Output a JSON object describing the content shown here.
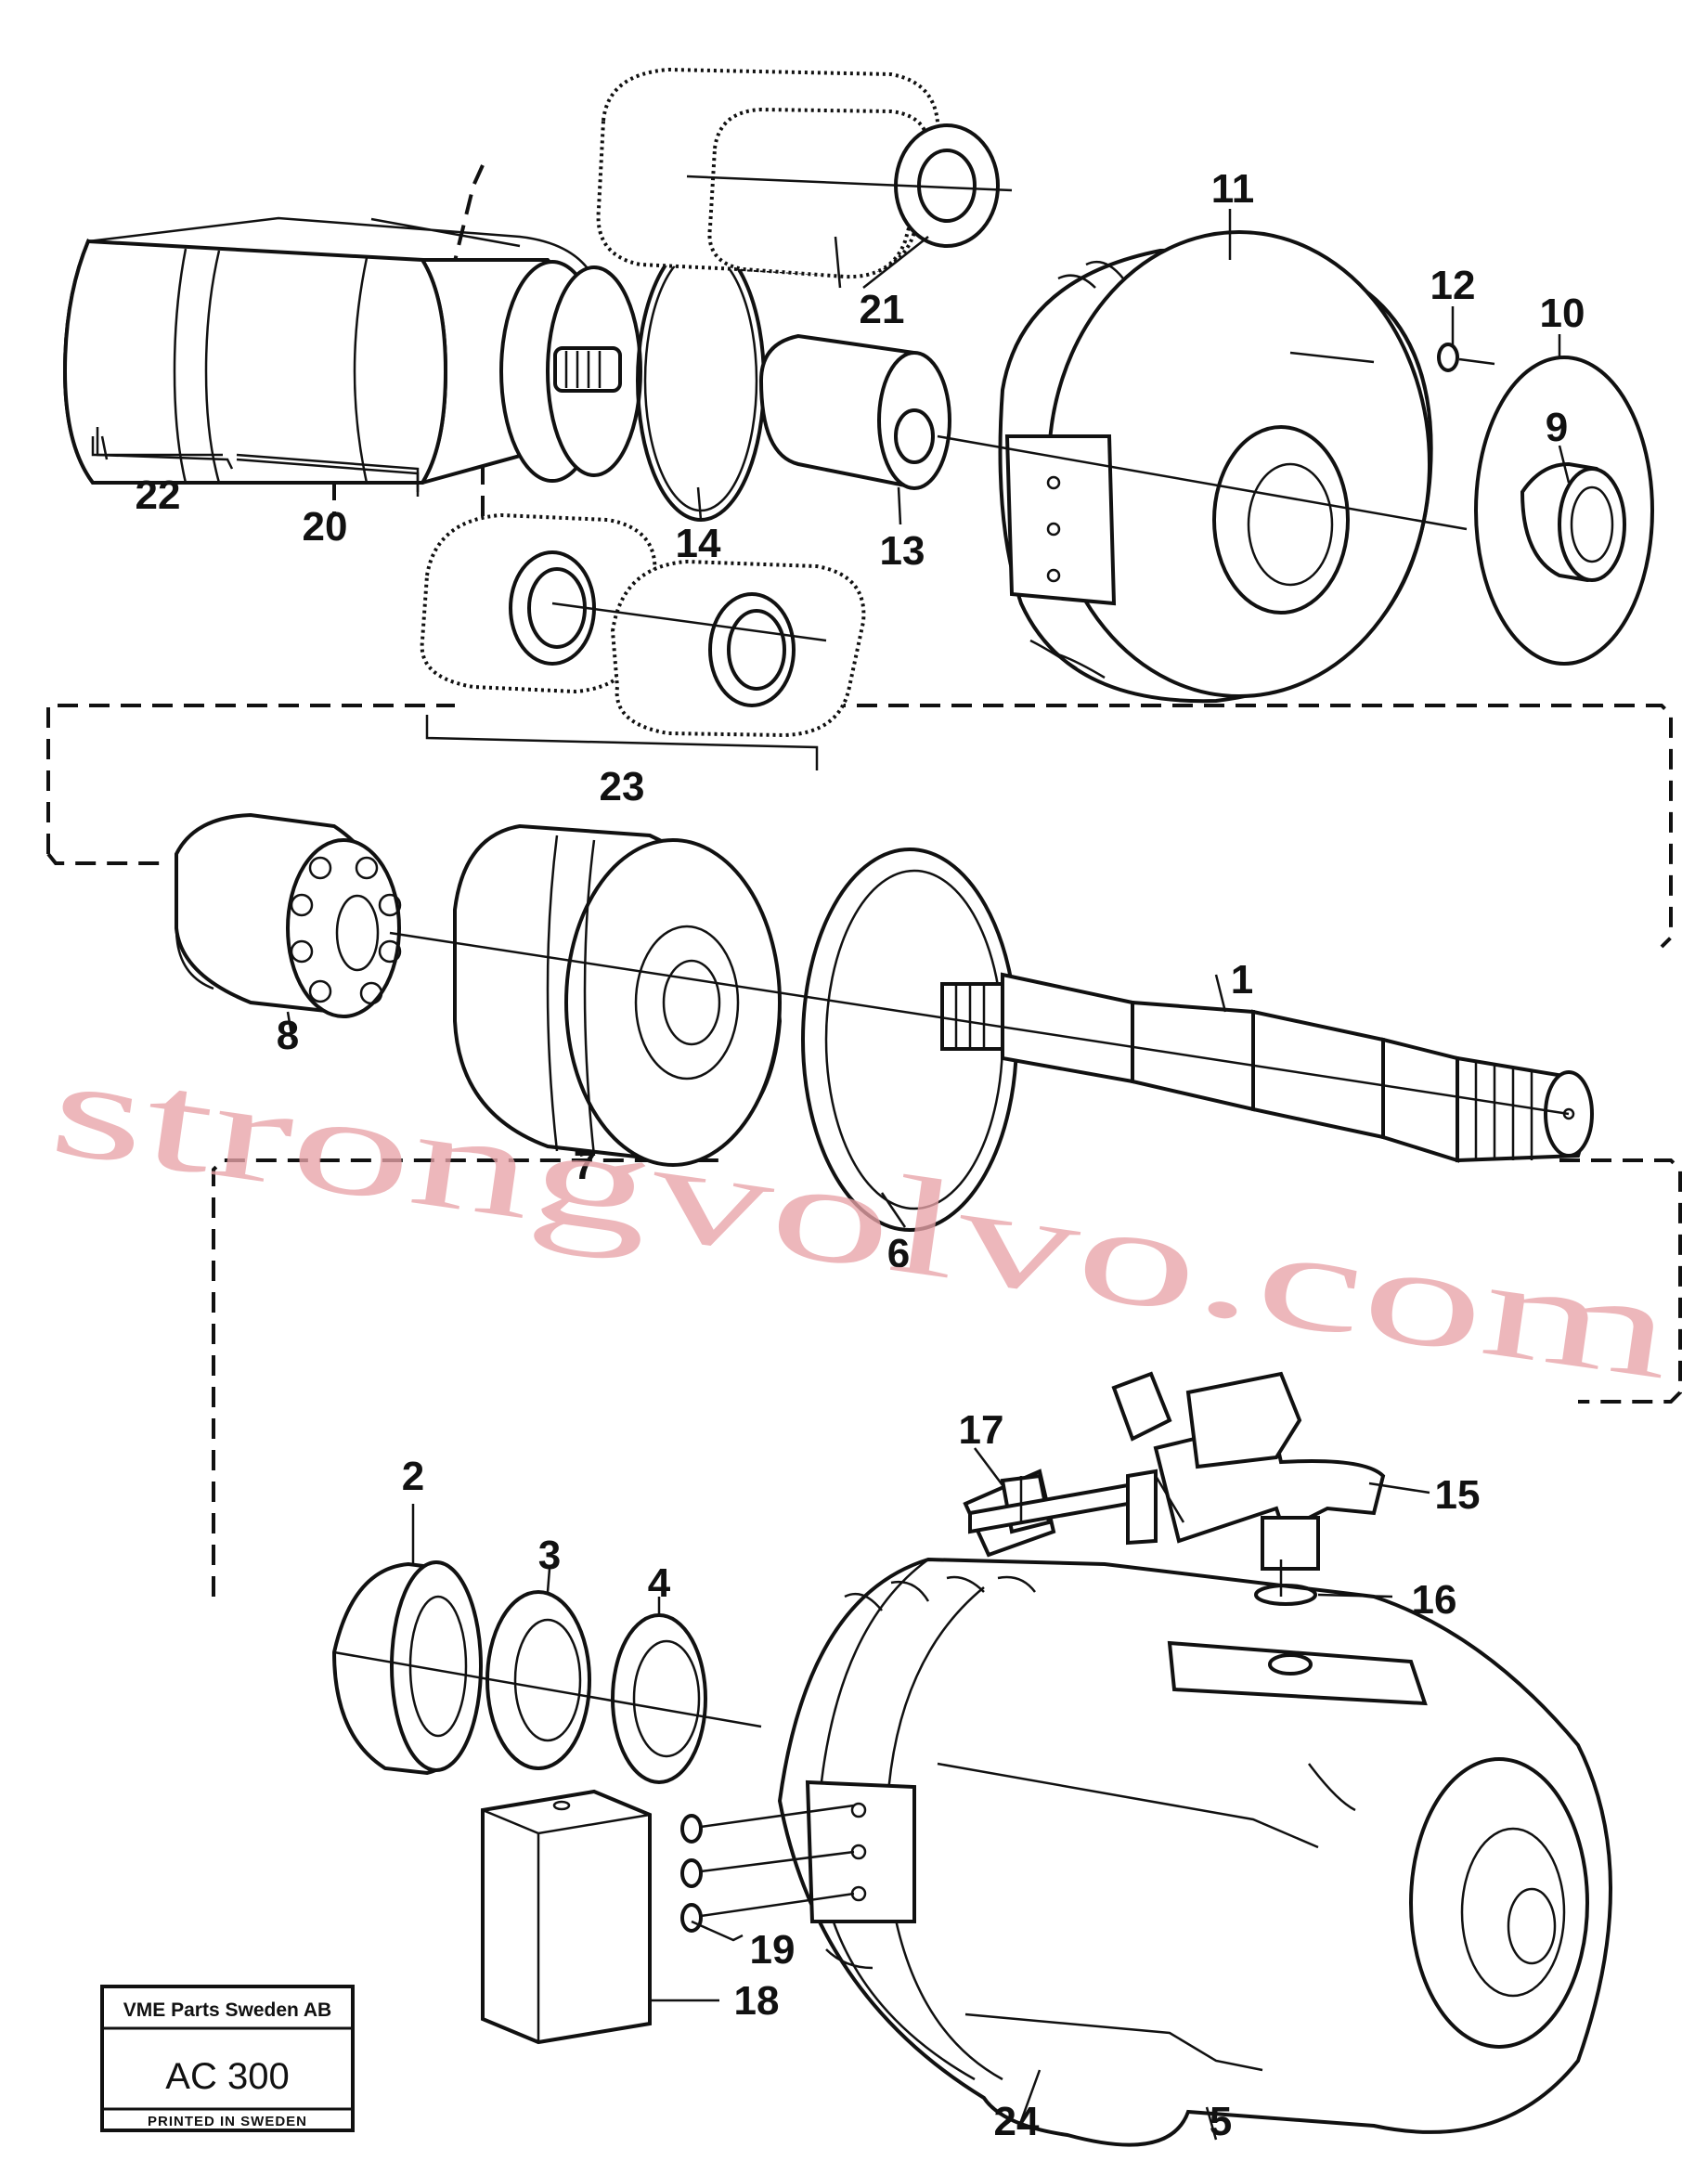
{
  "diagram": {
    "callouts": [
      "1",
      "2",
      "3",
      "4",
      "5",
      "6",
      "7",
      "8",
      "9",
      "10",
      "11",
      "12",
      "13",
      "14",
      "15",
      "16",
      "17",
      "18",
      "19",
      "20",
      "21",
      "22",
      "23",
      "24"
    ],
    "watermark": "strongvolvo.com",
    "stamp": {
      "company": "VME Parts Sweden AB",
      "code": "AC 300",
      "footer": "PRINTED IN SWEDEN"
    }
  }
}
